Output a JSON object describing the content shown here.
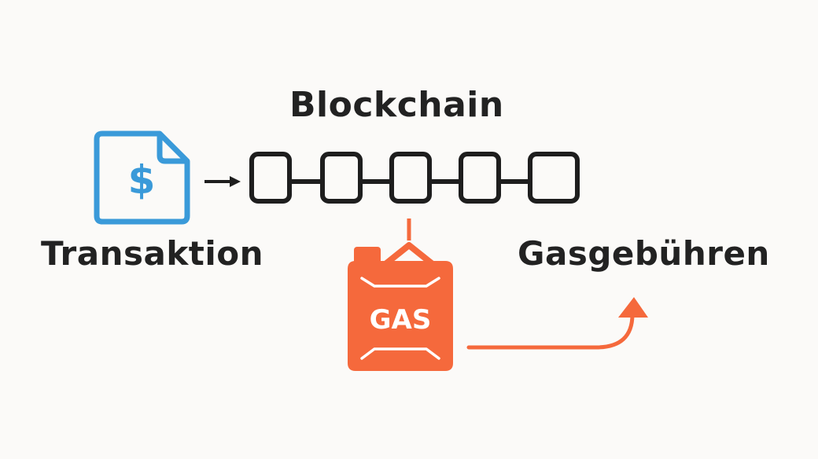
{
  "diagram": {
    "title": "Blockchain",
    "transaction_label": "Transaktion",
    "fees_label": "Gasgebühren",
    "gas_can_text": "GAS",
    "document_symbol": "$",
    "block_count": 5
  },
  "colors": {
    "text": "#222222",
    "document_blue": "#3a9ad9",
    "gas_orange": "#f5693c",
    "chain_black": "#1e1e1e",
    "background": "#fbfaf8"
  },
  "icons": {
    "transaction": "dollar-document-icon",
    "gas": "gas-can-icon",
    "flow_arrow": "arrow-right-icon",
    "fees_arrow": "curved-arrow-up-icon"
  }
}
